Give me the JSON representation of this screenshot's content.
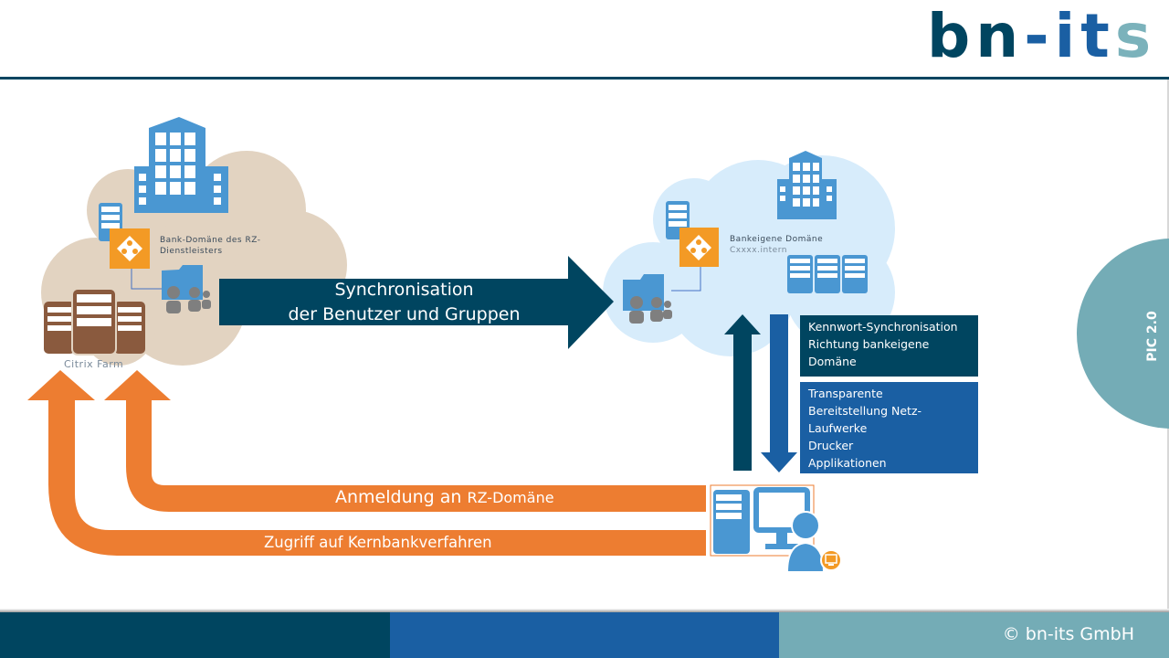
{
  "header": {
    "logo": {
      "part1": "bn",
      "part2": "-it",
      "part3": "s"
    }
  },
  "left_domain": {
    "label": "Bank-Domäne des RZ-Dienstleisters",
    "server_group_label": "Citrix Farm"
  },
  "right_domain": {
    "label_line1": "Bankeigene Domäne",
    "label_line2": "Cxxxx.intern"
  },
  "sync_arrow": {
    "line1": "Synchronisation",
    "line2": "der Benutzer und Gruppen"
  },
  "info_boxes": [
    {
      "lines": [
        "Kennwort-Synchronisation",
        "Richtung bankeigene",
        "Domäne"
      ]
    },
    {
      "lines": [
        "Transparente",
        "Bereitstellung Netz-",
        "Laufwerke",
        "Drucker",
        "Applikationen"
      ]
    }
  ],
  "bottom_arrows": {
    "login_main": "Anmeldung an",
    "login_sub": "RZ-Domäne",
    "access": "Zugriff auf Kernbankverfahren"
  },
  "side_tab": {
    "label": "PIC 2.0"
  },
  "footer": {
    "copyright": "© bn-its GmbH"
  },
  "colors": {
    "navy": "#004560",
    "blue": "#1a5fa3",
    "teal": "#74acb6",
    "orange": "#ed7d31",
    "icon_blue": "#4a97d2",
    "cloud_beige": "#e2d3c1",
    "cloud_blue": "#d7ecfb",
    "brown": "#8a5a3e",
    "ad_orange": "#f39a25"
  }
}
